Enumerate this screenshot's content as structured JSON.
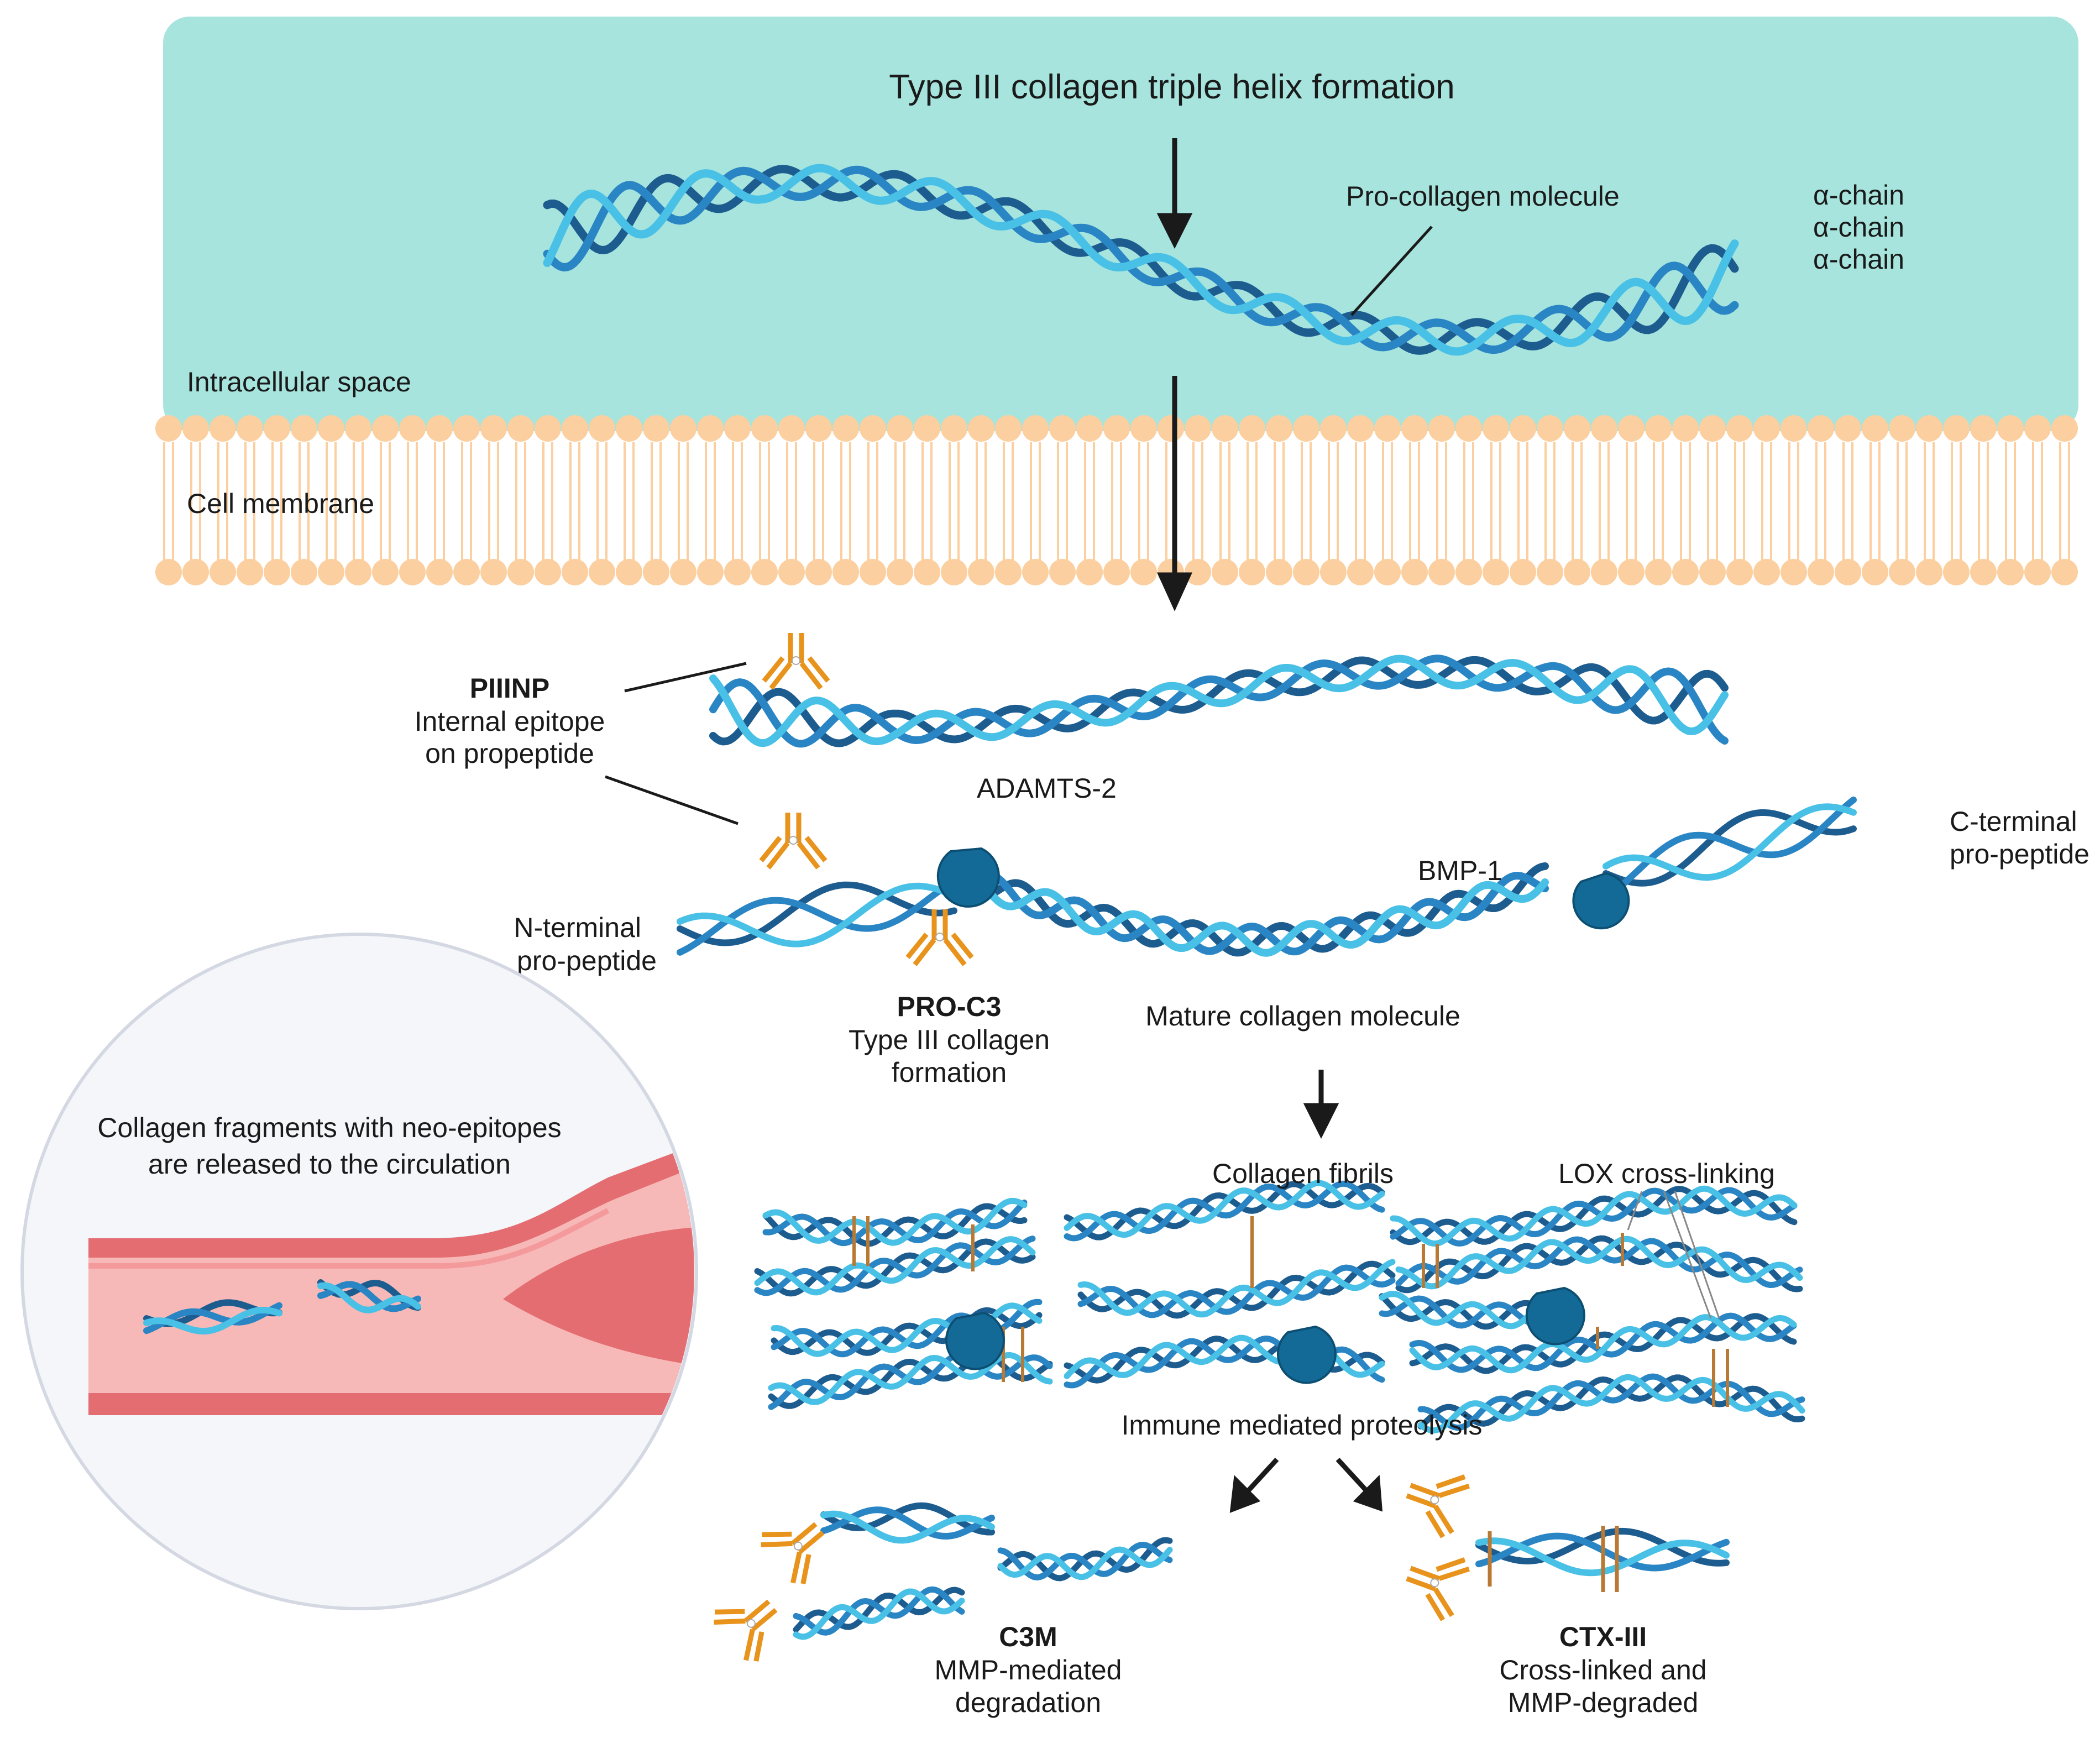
{
  "title": "Type III collagen triple helix formation",
  "regions": {
    "intracellular": "Intracellular space",
    "membrane": "Cell membrane"
  },
  "labels": {
    "procollagen": "Pro-collagen molecule",
    "alpha_chains": [
      "α-chain",
      "α-chain",
      "α-chain"
    ],
    "adamts2": "ADAMTS-2",
    "bmp1": "BMP-1",
    "cterm_line1": "C-terminal",
    "cterm_line2": "pro-peptide",
    "nterm_line1": "N-terminal",
    "nterm_line2": "pro-peptide",
    "mature": "Mature collagen molecule",
    "fibrils": "Collagen fibrils",
    "lox": "LOX cross-linking",
    "proteolysis": "Immune mediated proteolysis",
    "circulation_line1": "Collagen fragments with neo-epitopes",
    "circulation_line2": "are released to the circulation"
  },
  "biomarkers": {
    "piiinp": {
      "name": "PIIINP",
      "desc1": "Internal epitope",
      "desc2": "on propeptide"
    },
    "proc3": {
      "name": "PRO-C3",
      "desc1": "Type III collagen",
      "desc2": "formation"
    },
    "c3m": {
      "name": "C3M",
      "desc1": "MMP-mediated",
      "desc2": "degradation"
    },
    "ctxiii": {
      "name": "CTX-III",
      "desc1": "Cross-linked and",
      "desc2": "MMP-degraded"
    }
  },
  "colors": {
    "intracellular_bg": "#a6e4dd",
    "membrane": "#fbcf9f",
    "chain_dark": "#1d5c8f",
    "chain_mid": "#2a85c4",
    "chain_light": "#49c0e6",
    "enzyme": "#136a96",
    "antibody": "#e8931c",
    "vessel": "#e46d72",
    "vessel_lumen": "#f7b9b7"
  }
}
